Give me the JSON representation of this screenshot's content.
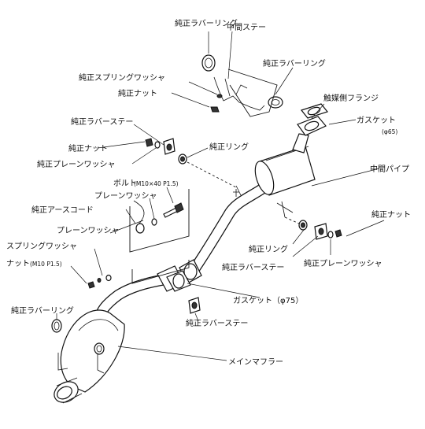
{
  "labels": {
    "rubber_ring_top": "純正ラバーリング",
    "mid_stay": "中間ステー",
    "rubber_ring_right": "純正ラバーリング",
    "spring_washer": "純正スプリングワッシャ",
    "nut_top": "純正ナット",
    "cat_flange": "触媒側フランジ",
    "gasket_65": "ガスケット",
    "gasket_65_size": "(φ65)",
    "rubber_stay_left": "純正ラバーステー",
    "nut_left": "純正ナット",
    "ring_mid": "純正リング",
    "plain_washer_left": "純正プレーンワッシャ",
    "mid_pipe": "中間パイプ",
    "bolt": "ボルト",
    "bolt_spec": "(M10×40 P1.5)",
    "plain_washer_a": "プレーンワッシャ",
    "ground_cord": "純正アースコード",
    "nut_right": "純正ナット",
    "plain_washer_b": "プレーンワッシャ",
    "spring_washer_b": "スプリングワッシャ",
    "nut_bottom": "ナット",
    "nut_bottom_spec": "(M10 P1.5)",
    "ring_right": "純正リング",
    "rubber_stay_right": "純正ラバーステー",
    "plain_washer_right": "純正プレーンワッシャ",
    "gasket_75": "ガスケット（φ75）",
    "rubber_ring_bottom": "純正ラバーリング",
    "rubber_stay_bottom": "純正ラバーステー",
    "main_muffler": "メインマフラー"
  }
}
